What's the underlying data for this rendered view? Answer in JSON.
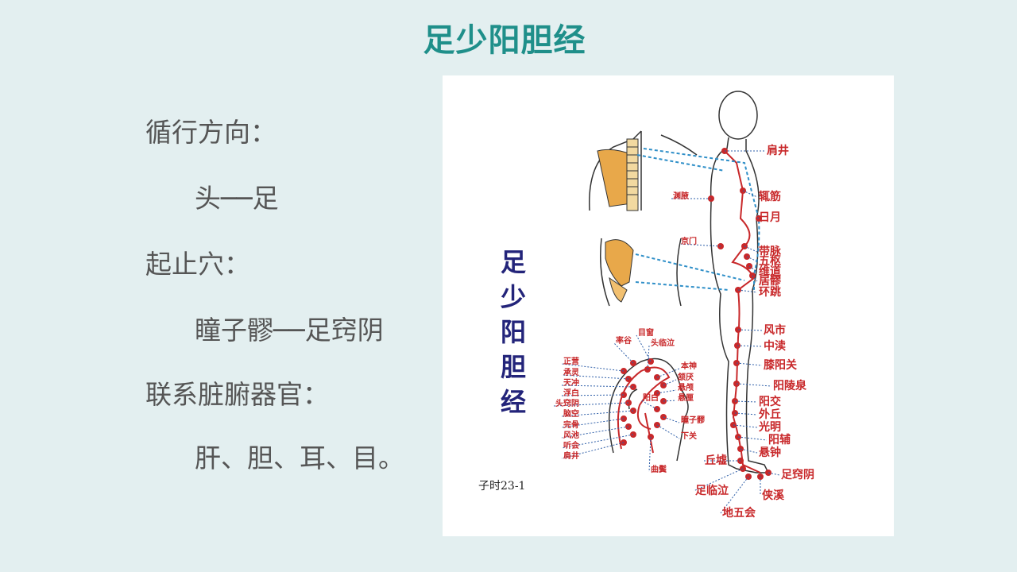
{
  "title": "足少阳胆经",
  "lines": {
    "direction_label": "循行方向：",
    "direction_value": "头──足",
    "points_label": "起止穴：",
    "points_value": "瞳子髎──足窍阴",
    "organs_label": "联系脏腑器官：",
    "organs_value": "肝、胆、耳、目。"
  },
  "figure": {
    "vertical_title": "足少阳胆经",
    "code": "子时23-1",
    "body_labels": [
      "肩井",
      "辄筋",
      "日月",
      "带脉",
      "五枢",
      "维道",
      "居髎",
      "环跳",
      "风市",
      "中渎",
      "膝阳关",
      "阳陵泉",
      "阳交",
      "外丘",
      "光明",
      "阳辅",
      "悬钟",
      "足窍阴",
      "侠溪",
      "足临泣",
      "地五会",
      "丘墟"
    ],
    "left_labels": [
      "渊腋",
      "京门"
    ],
    "head_labels_top": [
      "目窗",
      "率谷",
      "头临泣"
    ],
    "head_labels_left": [
      "正营",
      "承灵",
      "天冲",
      "浮白",
      "头窍阴",
      "脑空",
      "完骨",
      "风池",
      "听会",
      "肩井"
    ],
    "head_labels_right": [
      "本神",
      "颔厌",
      "悬颅",
      "悬厘",
      "阳白",
      "瞳子髎",
      "下关"
    ],
    "head_labels_bottom": [
      "曲鬓"
    ]
  },
  "colors": {
    "title": "#1f8f8a",
    "meridian": "#c8282a",
    "dotted": "#2f8fc8",
    "vertical_title": "#23247a"
  }
}
